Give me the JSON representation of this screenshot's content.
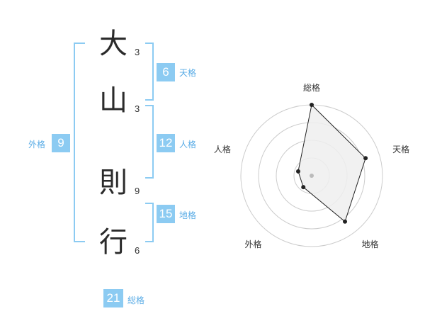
{
  "name_chars": [
    {
      "char": "大",
      "strokes": "3"
    },
    {
      "char": "山",
      "strokes": "3"
    },
    {
      "char": "則",
      "strokes": "9"
    },
    {
      "char": "行",
      "strokes": "6"
    }
  ],
  "kaku": {
    "tenkaku": {
      "value": "6",
      "label": "天格"
    },
    "jinkaku": {
      "value": "12",
      "label": "人格"
    },
    "chikaku": {
      "value": "15",
      "label": "地格"
    },
    "gaikaku": {
      "value": "9",
      "label": "外格"
    },
    "soukaku": {
      "value": "21",
      "label": "総格"
    }
  },
  "colors": {
    "accent": "#8ccbf2",
    "label": "#5aace6",
    "poly_fill": "#efefef",
    "ring": "#cccccc"
  },
  "chart_data": {
    "type": "radar",
    "axes": [
      "総格",
      "天格",
      "地格",
      "外格",
      "人格"
    ],
    "values": [
      5,
      4,
      4,
      1,
      1
    ],
    "max": 5,
    "rings": 4
  }
}
